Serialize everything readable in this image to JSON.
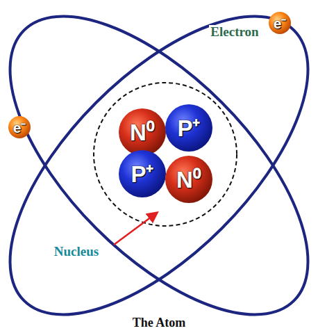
{
  "diagram": {
    "caption": "The Atom",
    "nodes": [
      {
        "text": [
          "e⁻"
        ]
      },
      {
        "text": [
          "e⁻"
        ]
      },
      {
        "text": [
          "N⁰"
        ]
      },
      {
        "text": [
          "P⁺"
        ]
      },
      {
        "text": [
          "P⁺"
        ]
      },
      {
        "text": [
          "N⁰"
        ]
      }
    ],
    "labels": [
      "Electron",
      "Nucleus"
    ]
  }
}
